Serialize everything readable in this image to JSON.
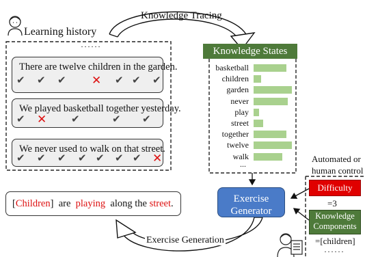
{
  "learning_history": {
    "title": "Learning history",
    "ellipsis": "······",
    "sentences": [
      {
        "text": "There are twelve children in  the garden.",
        "marks": [
          "ok",
          "ok",
          "ok",
          "wrong",
          "ok",
          "ok",
          "ok"
        ]
      },
      {
        "text": "We played basketball together yesterday.",
        "marks": [
          "ok",
          "wrong",
          "ok",
          "ok",
          "ok"
        ]
      },
      {
        "text": "We never  used  to  walk on  that street.",
        "marks": [
          "ok",
          "ok",
          "ok",
          "ok",
          "ok",
          "ok",
          "ok",
          "wrong"
        ]
      }
    ]
  },
  "knowledge_tracing_label": "Knowledge Tracing",
  "knowledge_states": {
    "title": "Knowledge States",
    "items": [
      {
        "word": "basketball",
        "level": 0.85
      },
      {
        "word": "children",
        "level": 0.2
      },
      {
        "word": "garden",
        "level": 1.0
      },
      {
        "word": "never",
        "level": 0.9
      },
      {
        "word": "play",
        "level": 0.15
      },
      {
        "word": "street",
        "level": 0.25
      },
      {
        "word": "together",
        "level": 0.85
      },
      {
        "word": "twelve",
        "level": 1.0
      },
      {
        "word": "walk",
        "level": 0.75
      }
    ],
    "more": "..."
  },
  "generator": {
    "line1": "Exercise",
    "line2": "Generator"
  },
  "control": {
    "label_line1": "Automated or",
    "label_line2": "human control",
    "difficulty_label": "Difficulty",
    "difficulty_value": "=3",
    "kc_line1": "Knowledge",
    "kc_line2": "Components",
    "kc_value": "=[children]",
    "ellipsis": "······"
  },
  "output": {
    "open_bracket": "[",
    "word1": "Children",
    "close_bracket": "]",
    "are": "are",
    "word2": "playing",
    "along_the": "along  the",
    "word3": "street",
    "period": "."
  },
  "exercise_generation_label": "Exercise Generation",
  "colors": {
    "wrong": "#dd1111",
    "state_bar": "#a9d18e",
    "ks_header": "#4e7a3a",
    "generator": "#4a7bc8",
    "difficulty": "#e00000"
  }
}
